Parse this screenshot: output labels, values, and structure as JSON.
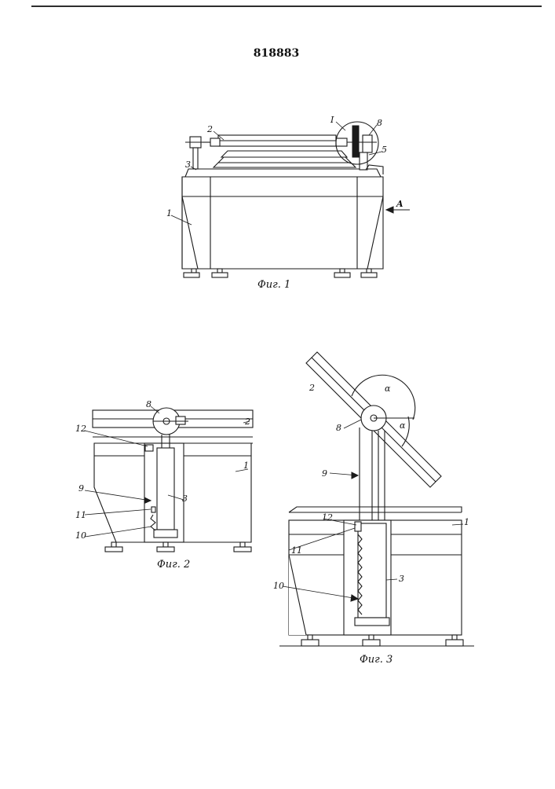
{
  "document": {
    "patent_number": "818883"
  },
  "figures": {
    "fig1": {
      "caption": "Фиг. 1",
      "labels": [
        "1",
        "2",
        "3",
        "5",
        "8",
        "I",
        "A"
      ]
    },
    "fig2": {
      "caption": "Фиг. 2",
      "labels": [
        "8",
        "2",
        "12",
        "1",
        "9",
        "3",
        "11",
        "10"
      ]
    },
    "fig3": {
      "caption": "Фиг. 3",
      "labels": [
        "2",
        "α",
        "α",
        "8",
        "9",
        "12",
        "1",
        "11",
        "3",
        "10"
      ]
    }
  }
}
